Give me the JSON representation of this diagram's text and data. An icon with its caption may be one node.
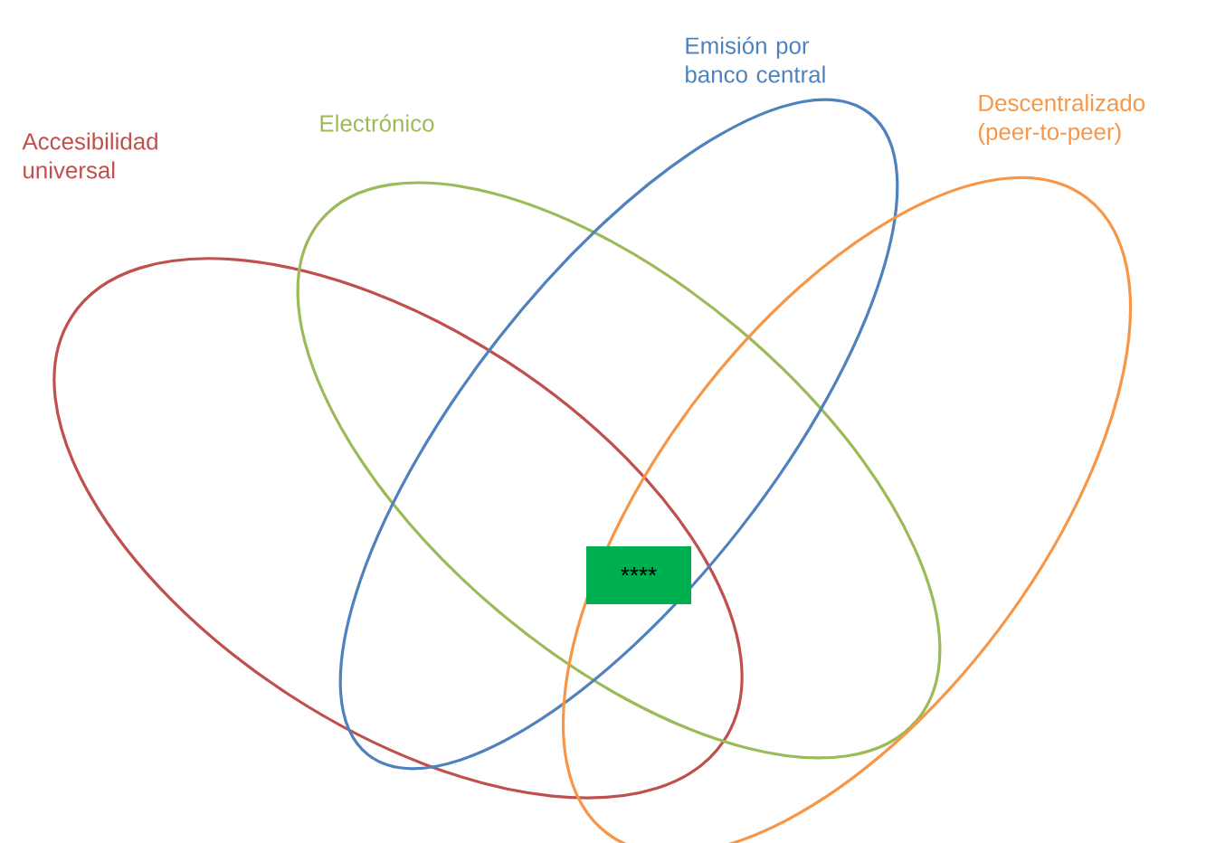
{
  "diagram": {
    "nodes": [
      {
        "text": [
          "Accesibilidad universal"
        ]
      },
      {
        "text": [
          "Electrónico"
        ]
      },
      {
        "text": [
          "Emisión por banco central"
        ]
      },
      {
        "text": [
          "Descentralizado (peer-to-peer)"
        ]
      },
      {
        "text": [
          "****"
        ]
      }
    ]
  }
}
